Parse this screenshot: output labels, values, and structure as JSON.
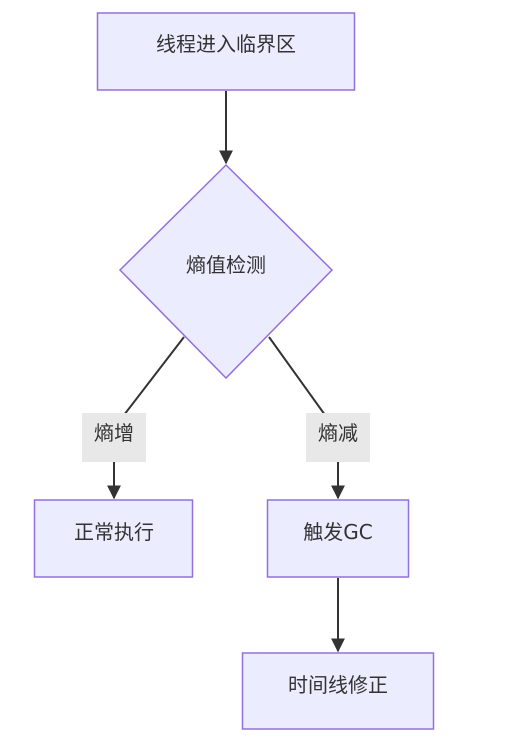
{
  "diagram": {
    "nodes": {
      "enter": {
        "label": "线程进入临界区"
      },
      "check": {
        "label": "熵值检测"
      },
      "normal": {
        "label": "正常执行"
      },
      "gc": {
        "label": "触发GC"
      },
      "fix": {
        "label": "时间线修正"
      }
    },
    "edges": {
      "increase": {
        "label": "熵增"
      },
      "decrease": {
        "label": "熵减"
      }
    }
  },
  "colors": {
    "node_fill": "#ECECFF",
    "node_stroke": "#9370DB",
    "edge_stroke": "#333333",
    "edge_label_bg": "#E8E8E8",
    "text": "#333333"
  }
}
